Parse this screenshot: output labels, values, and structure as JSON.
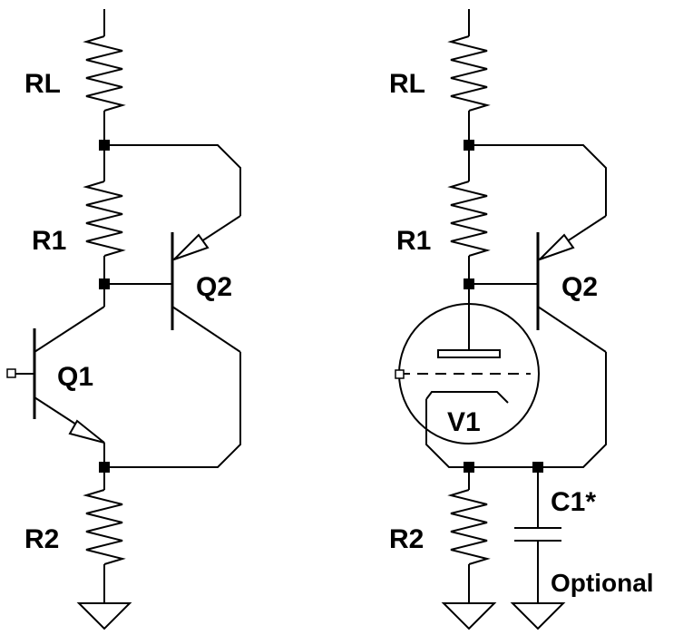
{
  "left_circuit": {
    "labels": {
      "rl": "RL",
      "r1": "R1",
      "q2": "Q2",
      "q1": "Q1",
      "r2": "R2"
    }
  },
  "right_circuit": {
    "labels": {
      "rl": "RL",
      "r1": "R1",
      "q2": "Q2",
      "v1": "V1",
      "r2": "R2",
      "c1": "C1*",
      "optional": "Optional"
    }
  }
}
